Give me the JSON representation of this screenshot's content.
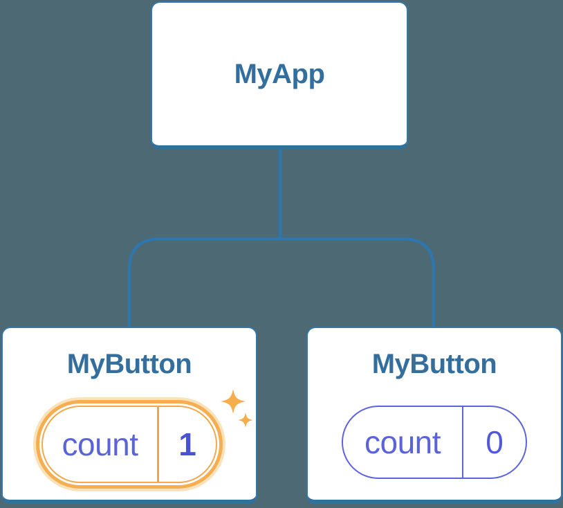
{
  "diagram": {
    "background_color": "#4D6973",
    "tree": {
      "root": {
        "title": "MyApp"
      },
      "children": [
        {
          "title": "MyButton",
          "highlighted": true,
          "state": {
            "label": "count",
            "value": "1"
          },
          "icon": "sparkles-icon"
        },
        {
          "title": "MyButton",
          "highlighted": false,
          "state": {
            "label": "count",
            "value": "0"
          }
        }
      ]
    },
    "colors": {
      "node_background": "#FFFFFF",
      "node_border": "#3377A9",
      "node_border_bottom": "#30719F",
      "connector_line": "#2F76AD",
      "title_text": "#336E9C",
      "state_label_text": "#5B63D8",
      "state_value_active_text": "#4A52D4",
      "state_value_idle_text": "#5059DA",
      "idle_pill_border": "#5B64DE",
      "highlight_border": "#F2A94E",
      "highlight_ring": "#F6AE52",
      "highlight_glow": "#FBE2B9",
      "sparkle": "#F6AD4B"
    }
  }
}
